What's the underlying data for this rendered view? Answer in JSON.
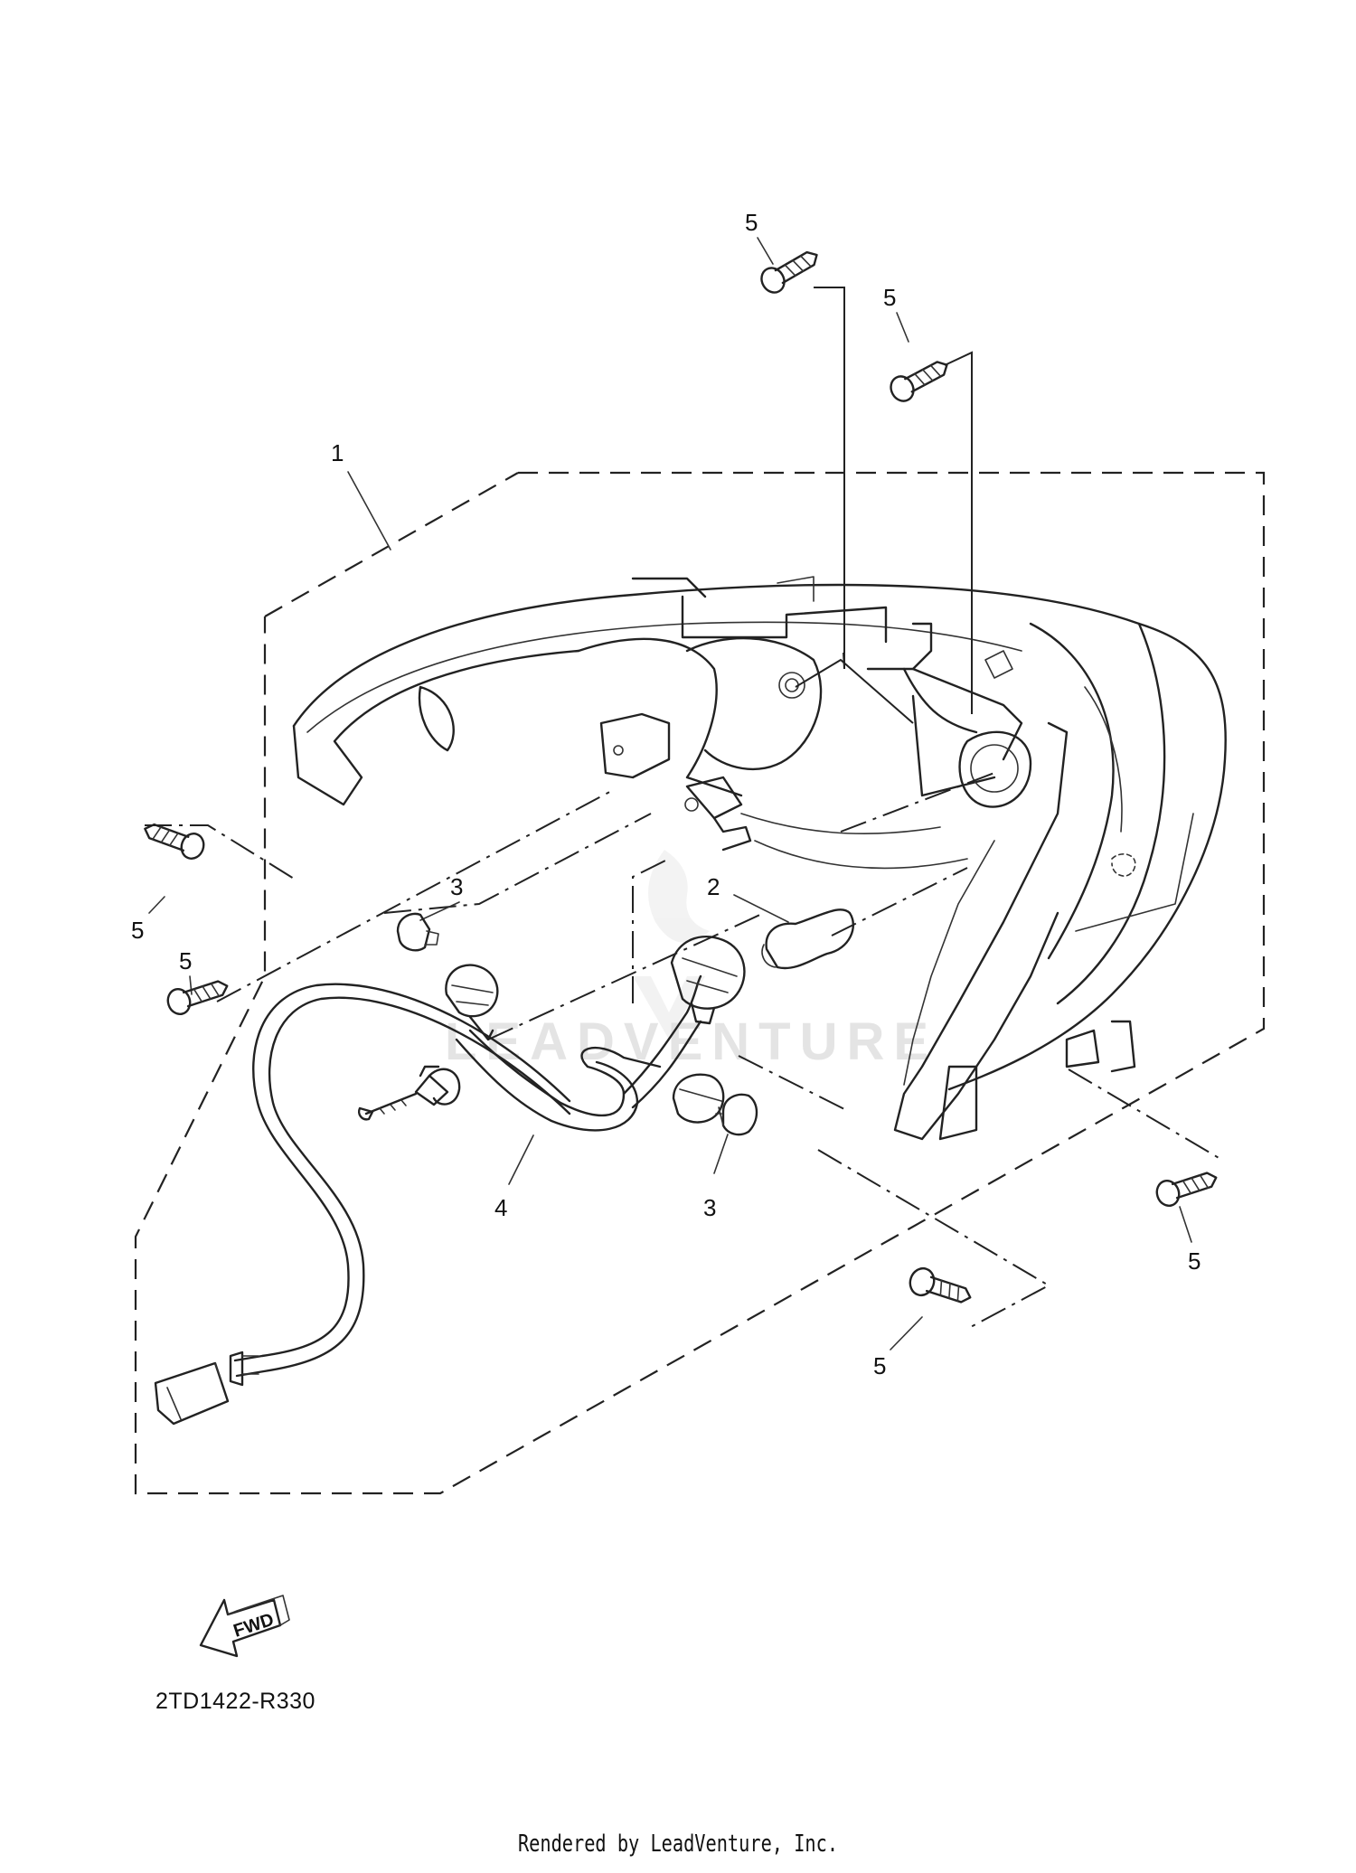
{
  "watermark": "LEADVENTURE",
  "reference_code": "2TD1422-R330",
  "render_credit": "Rendered by LeadVenture, Inc.",
  "fwd_label": "FWD",
  "callouts": {
    "part_1": "1",
    "part_2": "2",
    "part_3_top": "3",
    "part_3_bottom": "3",
    "part_4": "4",
    "part_5_a": "5",
    "part_5_b": "5",
    "part_5_c": "5",
    "part_5_d": "5",
    "part_5_e": "5",
    "part_5_f": "5"
  }
}
